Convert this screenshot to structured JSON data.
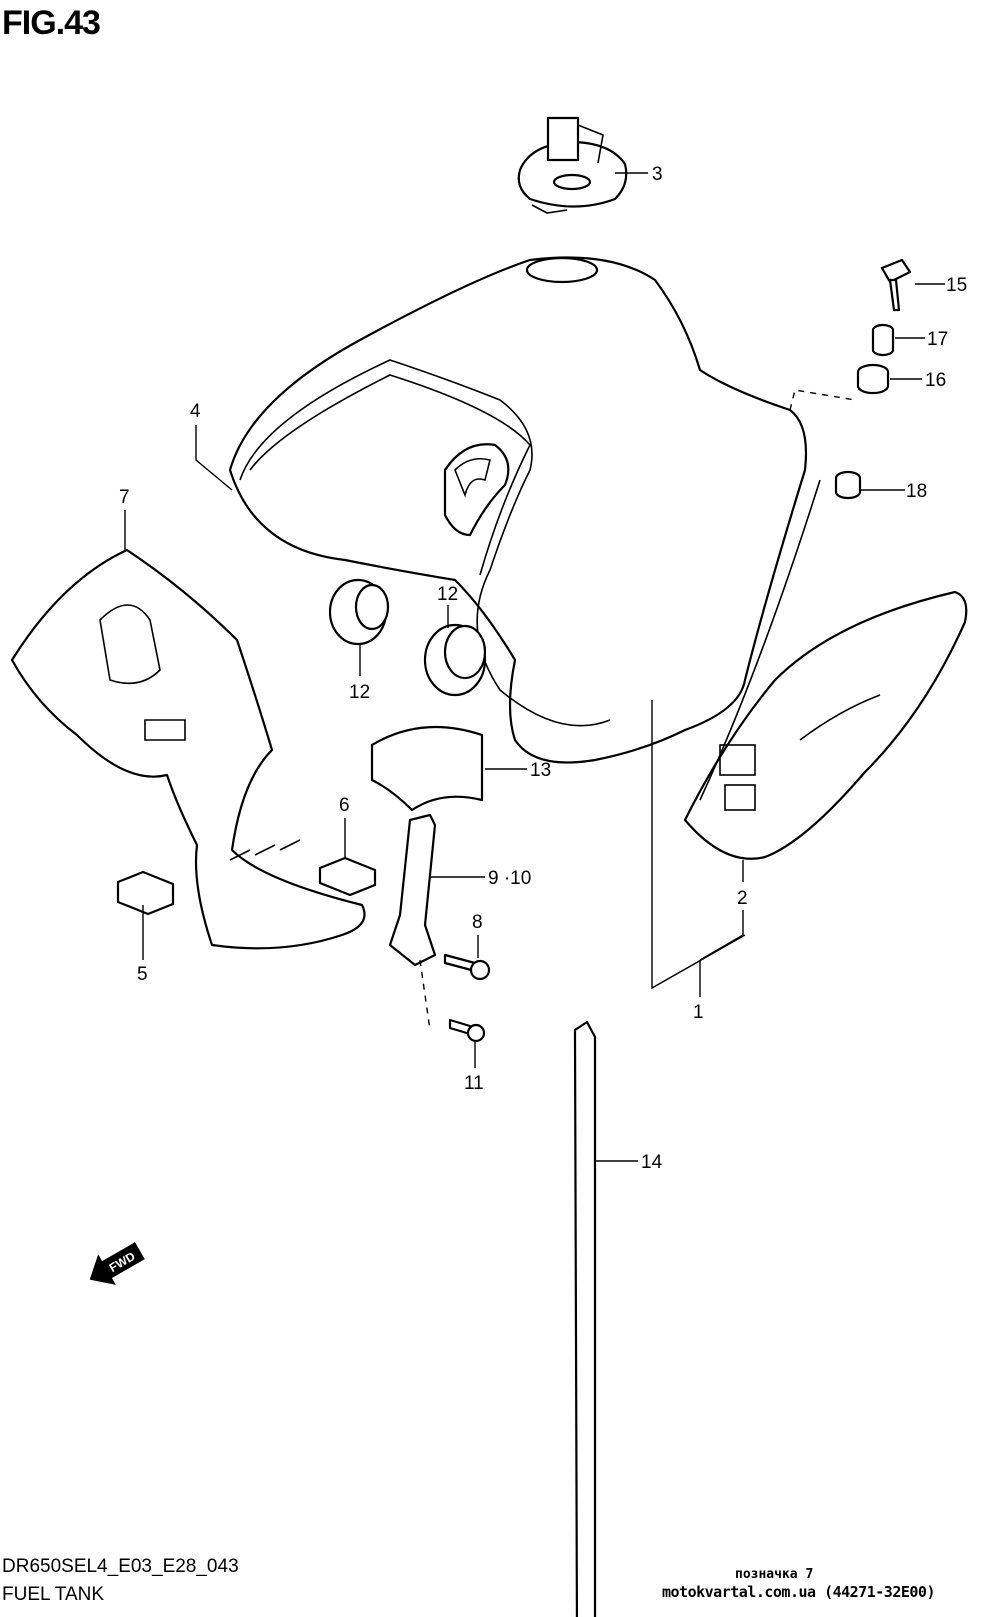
{
  "figure": {
    "title": "FIG.43"
  },
  "callouts": {
    "p1": "1",
    "p2": "2",
    "p3": "3",
    "p4": "4",
    "p5": "5",
    "p6": "6",
    "p7": "7",
    "p8": "8",
    "p9_10": "9 ·10",
    "p11": "11",
    "p12a": "12",
    "p12b": "12",
    "p13": "13",
    "p14": "14",
    "p15": "15",
    "p16": "16",
    "p17": "17",
    "p18": "18"
  },
  "fwd_arrow": {
    "label": "FWD"
  },
  "footer": {
    "model_code": "DR650SEL4_E03_E28_043",
    "section_name": "FUEL TANK",
    "watermark_note": "позначка 7",
    "watermark_site": "motokvartal.com.ua (44271-32E00)"
  }
}
